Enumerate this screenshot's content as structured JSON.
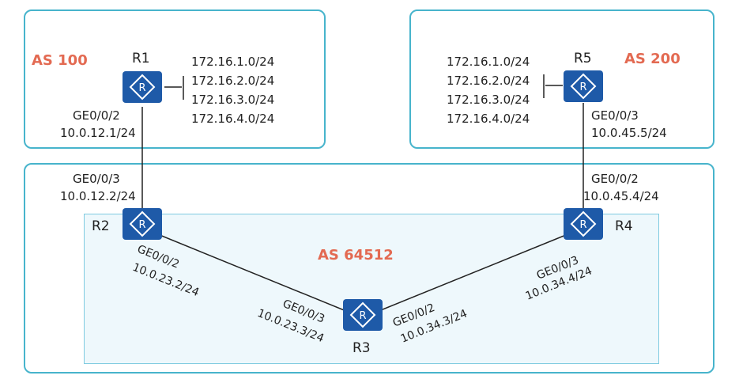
{
  "areas": {
    "as100": "AS 100",
    "as200": "AS 200",
    "as64512": "AS 64512"
  },
  "routers": {
    "r1": "R1",
    "r2": "R2",
    "r3": "R3",
    "r4": "R4",
    "r5": "R5"
  },
  "r1_prefixes": [
    "172.16.1.0/24",
    "172.16.2.0/24",
    "172.16.3.0/24",
    "172.16.4.0/24"
  ],
  "r5_prefixes": [
    "172.16.1.0/24",
    "172.16.2.0/24",
    "172.16.3.0/24",
    "172.16.4.0/24"
  ],
  "interfaces": {
    "r1_if": "GE0/0/2",
    "r1_ip": "10.0.12.1/24",
    "r2_up_if": "GE0/0/3",
    "r2_up_ip": "10.0.12.2/24",
    "r5_if": "GE0/0/3",
    "r5_ip": "10.0.45.5/24",
    "r4_up_if": "GE0/0/2",
    "r4_up_ip": "10.0.45.4/24",
    "r2_down_if": "GE0/0/2",
    "r2_down_ip": "10.0.23.2/24",
    "r3_left_if": "GE0/0/3",
    "r3_left_ip": "10.0.23.3/24",
    "r3_right_if": "GE0/0/2",
    "r3_right_ip": "10.0.34.3/24",
    "r4_down_if": "GE0/0/3",
    "r4_down_ip": "10.0.34.4/24"
  },
  "icon": "router-icon",
  "colors": {
    "router": "#1e5aa8",
    "border": "#47b4cc",
    "as_label": "#e36a52"
  }
}
